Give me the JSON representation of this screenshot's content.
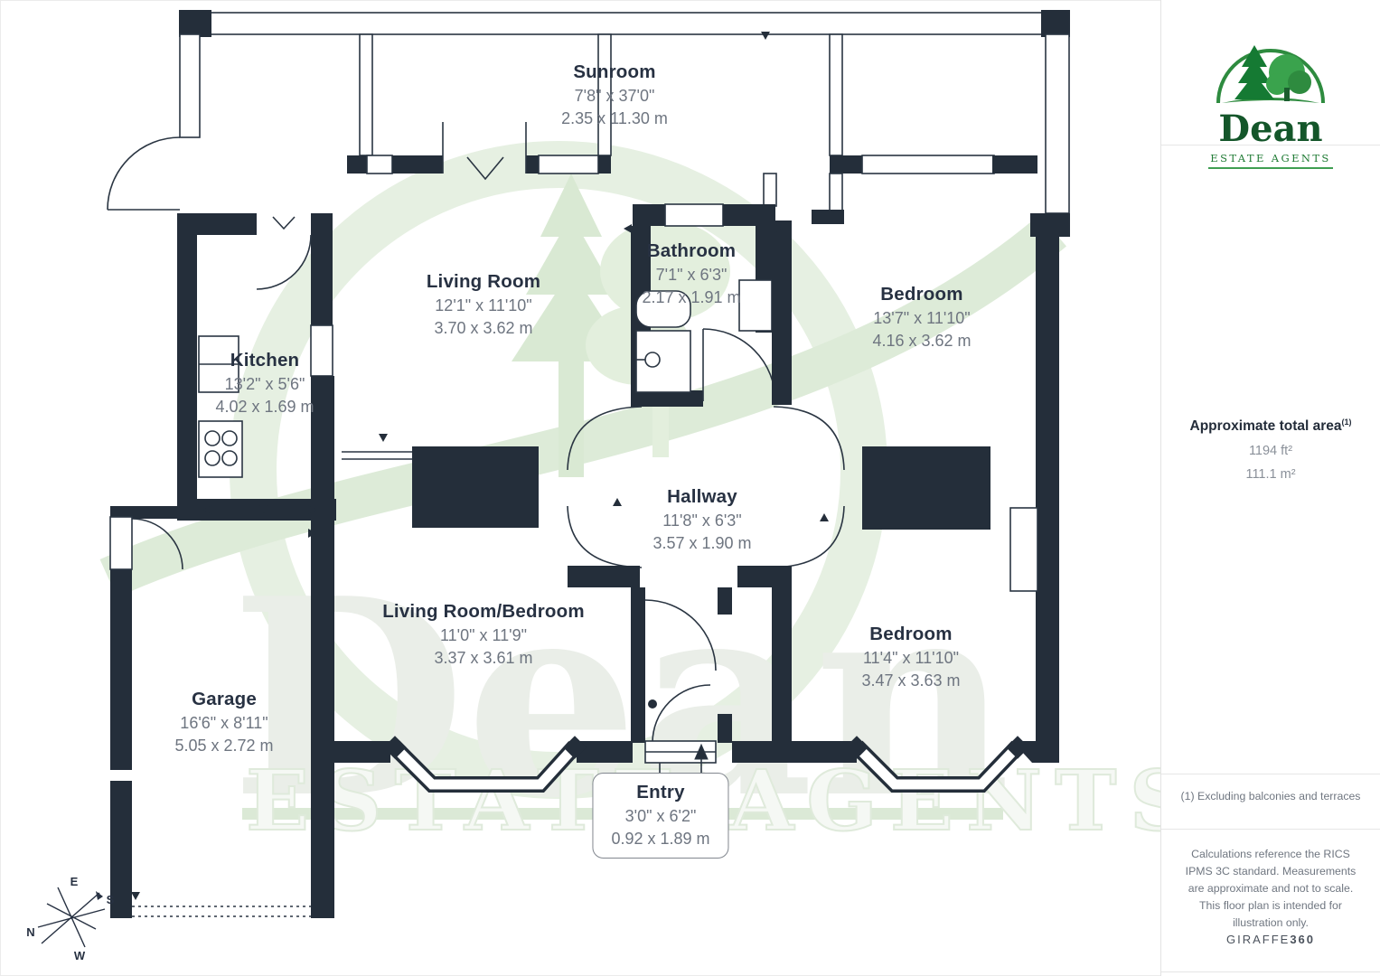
{
  "sidebar": {
    "logo": {
      "brand": "Dean",
      "tagline": "ESTATE AGENTS"
    },
    "area": {
      "title": "Approximate total area",
      "title_superscript": "(1)",
      "imperial": "1194 ft²",
      "metric": "111.1 m²"
    },
    "footnote": "(1) Excluding balconies and terraces",
    "disclaimer": "Calculations reference the RICS IPMS 3C standard. Measurements are approximate and not to scale. This floor plan is intended for illustration only.",
    "credit": {
      "brand": "GIRAFFE",
      "suffix": "360"
    }
  },
  "floorplan": {
    "rooms": [
      {
        "id": "sunroom",
        "name": "Sunroom",
        "imperial": "7'8\" x 37'0\"",
        "metric": "2.35 x 11.30 m"
      },
      {
        "id": "living-room",
        "name": "Living Room",
        "imperial": "12'1\" x 11'10\"",
        "metric": "3.70 x 3.62 m"
      },
      {
        "id": "bathroom",
        "name": "Bathroom",
        "imperial": "7'1\" x 6'3\"",
        "metric": "2.17 x 1.91 m"
      },
      {
        "id": "bedroom-1",
        "name": "Bedroom",
        "imperial": "13'7\" x 11'10\"",
        "metric": "4.16 x 3.62 m"
      },
      {
        "id": "kitchen",
        "name": "Kitchen",
        "imperial": "13'2\" x 5'6\"",
        "metric": "4.02 x 1.69 m"
      },
      {
        "id": "hallway",
        "name": "Hallway",
        "imperial": "11'8\" x 6'3\"",
        "metric": "3.57 x 1.90 m"
      },
      {
        "id": "living-room-bedroom",
        "name": "Living Room/Bedroom",
        "imperial": "11'0\" x 11'9\"",
        "metric": "3.37 x 3.61 m"
      },
      {
        "id": "bedroom-2",
        "name": "Bedroom",
        "imperial": "11'4\" x 11'10\"",
        "metric": "3.47 x 3.63 m"
      },
      {
        "id": "garage",
        "name": "Garage",
        "imperial": "16'6\" x 8'11\"",
        "metric": "5.05 x 2.72 m"
      },
      {
        "id": "entry",
        "name": "Entry",
        "imperial": "3'0\" x 6'2\"",
        "metric": "0.92 x 1.89 m"
      }
    ],
    "compass": {
      "n": "N",
      "s": "S",
      "e": "E",
      "w": "W"
    },
    "watermark": {
      "brand": "Dean",
      "tagline": "ESTATE AGENTS"
    }
  },
  "colors": {
    "wall": "#242e3a",
    "accent_green": "#1e7a33",
    "room_name": "#273142",
    "dims": "#6e7580"
  }
}
